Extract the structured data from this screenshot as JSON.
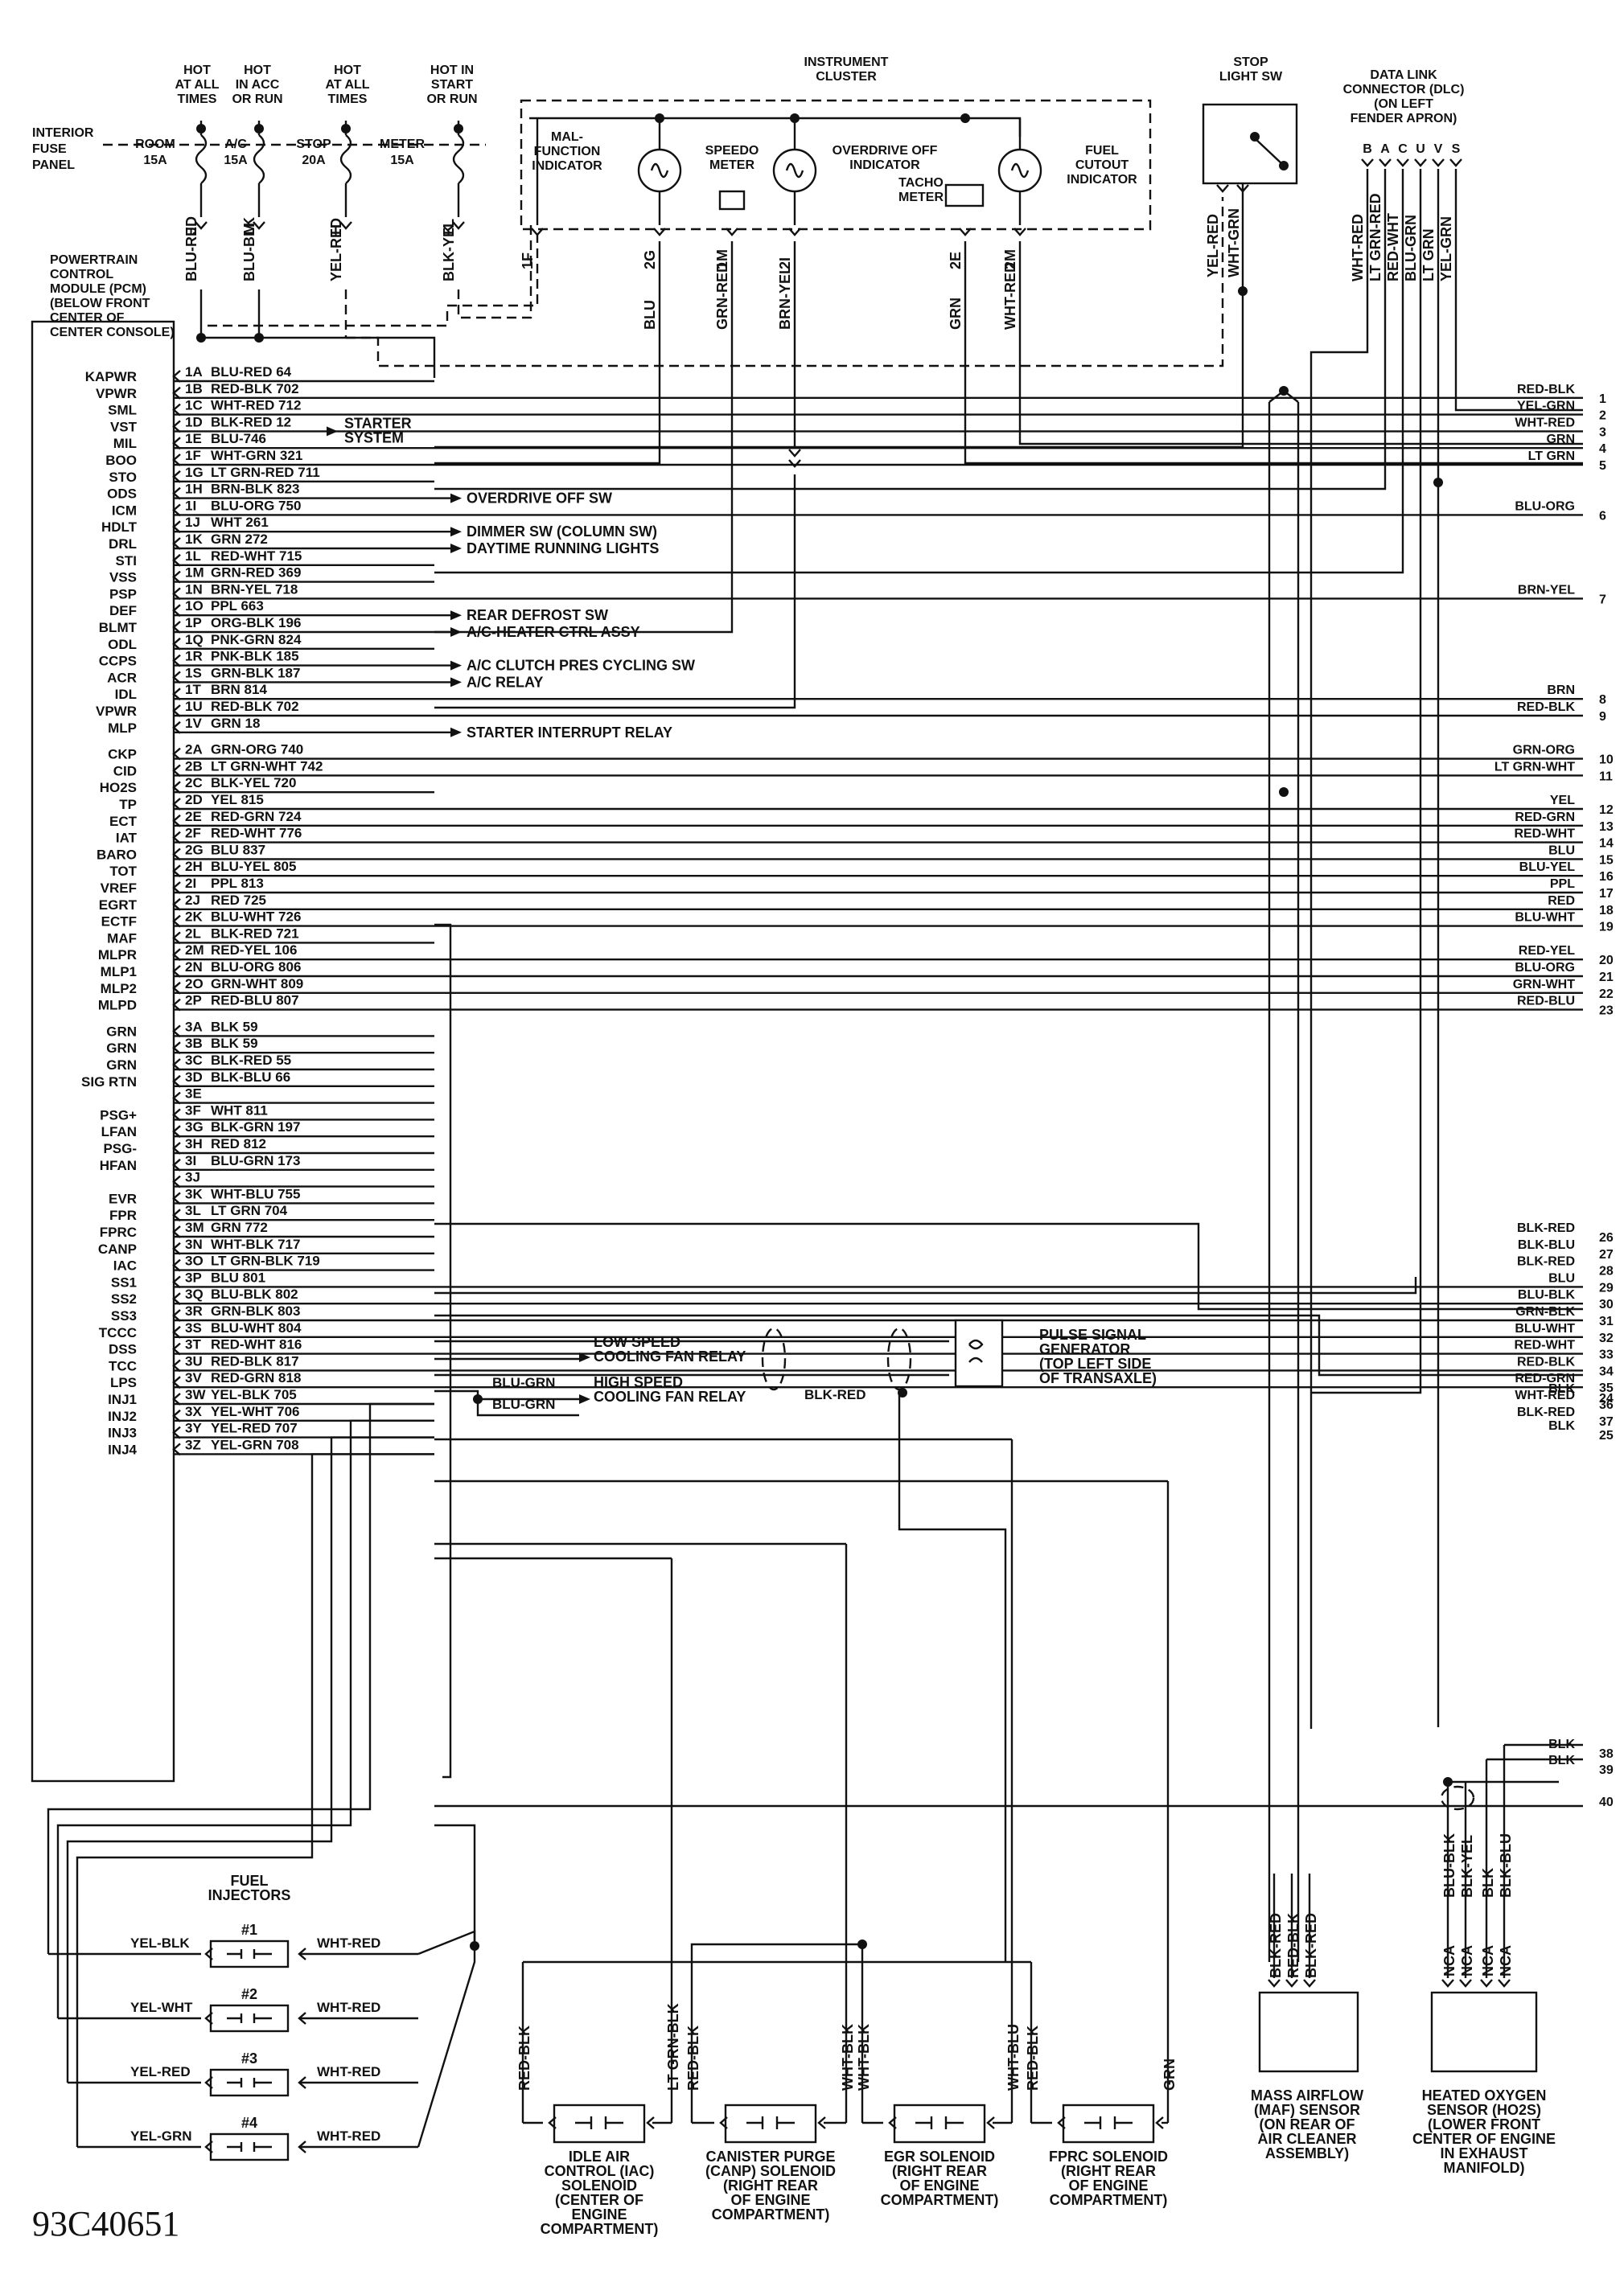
{
  "figure_id": "93C40651",
  "fuse_panel": {
    "title": [
      "INTERIOR",
      "FUSE",
      "PANEL"
    ],
    "headers": [
      [
        "HOT",
        "AT ALL",
        "TIMES"
      ],
      [
        "HOT",
        "IN ACC",
        "OR RUN"
      ],
      [
        "HOT",
        "AT ALL",
        "TIMES"
      ],
      [
        "HOT IN",
        "START",
        "OR RUN"
      ]
    ],
    "fuses": [
      [
        "ROOM",
        "15A"
      ],
      [
        "A/C",
        "15A"
      ],
      [
        "STOP",
        "20A"
      ],
      [
        "METER",
        "15A"
      ]
    ],
    "wires": [
      [
        "BLU-RED",
        "J"
      ],
      [
        "BLU-BLK",
        "M"
      ],
      [
        "YEL-RED",
        "H"
      ],
      [
        "BLK-YEL",
        "K"
      ]
    ]
  },
  "pcm": {
    "title": [
      "POWERTRAIN",
      "CONTROL",
      "MODULE (PCM)",
      "(BELOW FRONT",
      "CENTER OF",
      "CENTER CONSOLE)"
    ]
  },
  "cluster": {
    "title": [
      "INSTRUMENT",
      "CLUSTER"
    ],
    "components": {
      "mil": [
        "MAL-",
        "FUNCTION",
        "INDICATOR"
      ],
      "speedo": [
        "SPEEDO",
        "METER"
      ],
      "odoff": [
        "OVERDRIVE OFF",
        "INDICATOR"
      ],
      "tacho": [
        "TACHO",
        "METER"
      ],
      "fuel": [
        "FUEL",
        "CUTOUT",
        "INDICATOR"
      ]
    },
    "pins": [
      "1F",
      "2G",
      "1M",
      "2I",
      "2E",
      "2M"
    ],
    "wires": [
      "BLU",
      "GRN-RED",
      "BRN-YEL",
      "GRN",
      "WHT-RED"
    ]
  },
  "stop_light": {
    "title": [
      "STOP",
      "LIGHT SW"
    ],
    "wires": [
      "YEL-RED",
      "WHT-GRN"
    ]
  },
  "dlc": {
    "title": [
      "DATA LINK",
      "CONNECTOR (DLC)",
      "(ON LEFT",
      "FENDER APRON)"
    ],
    "pins": [
      "B",
      "A",
      "C",
      "U",
      "V",
      "S"
    ],
    "wires": [
      "WHT-RED",
      "LT GRN-RED",
      "RED-WHT",
      "BLU-GRN",
      "LT GRN",
      "YEL-GRN"
    ]
  },
  "terminals": [
    {
      "name": "KAPWR",
      "pin": "1A",
      "wire": "BLU-RED 64"
    },
    {
      "name": "VPWR",
      "pin": "1B",
      "wire": "RED-BLK 702"
    },
    {
      "name": "SML",
      "pin": "1C",
      "wire": "WHT-RED 712"
    },
    {
      "name": "VST",
      "pin": "1D",
      "wire": "BLK-RED 12"
    },
    {
      "name": "MIL",
      "pin": "1E",
      "wire": "BLU-746"
    },
    {
      "name": "BOO",
      "pin": "1F",
      "wire": "WHT-GRN 321"
    },
    {
      "name": "STO",
      "pin": "1G",
      "wire": "LT GRN-RED 711"
    },
    {
      "name": "ODS",
      "pin": "1H",
      "wire": "BRN-BLK 823"
    },
    {
      "name": "ICM",
      "pin": "1I",
      "wire": "BLU-ORG 750"
    },
    {
      "name": "HDLT",
      "pin": "1J",
      "wire": "WHT 261"
    },
    {
      "name": "DRL",
      "pin": "1K",
      "wire": "GRN 272"
    },
    {
      "name": "STI",
      "pin": "1L",
      "wire": "RED-WHT 715"
    },
    {
      "name": "VSS",
      "pin": "1M",
      "wire": "GRN-RED 369"
    },
    {
      "name": "PSP",
      "pin": "1N",
      "wire": "BRN-YEL 718"
    },
    {
      "name": "DEF",
      "pin": "1O",
      "wire": "PPL 663"
    },
    {
      "name": "BLMT",
      "pin": "1P",
      "wire": "ORG-BLK 196"
    },
    {
      "name": "ODL",
      "pin": "1Q",
      "wire": "PNK-GRN 824"
    },
    {
      "name": "CCPS",
      "pin": "1R",
      "wire": "PNK-BLK 185"
    },
    {
      "name": "ACR",
      "pin": "1S",
      "wire": "GRN-BLK 187"
    },
    {
      "name": "IDL",
      "pin": "1T",
      "wire": "BRN 814"
    },
    {
      "name": "VPWR",
      "pin": "1U",
      "wire": "RED-BLK 702"
    },
    {
      "name": "MLP",
      "pin": "1V",
      "wire": "GRN 18"
    },
    {
      "name": "CKP",
      "pin": "2A",
      "wire": "GRN-ORG 740"
    },
    {
      "name": "CID",
      "pin": "2B",
      "wire": "LT GRN-WHT 742"
    },
    {
      "name": "HO2S",
      "pin": "2C",
      "wire": "BLK-YEL 720"
    },
    {
      "name": "TP",
      "pin": "2D",
      "wire": "YEL 815"
    },
    {
      "name": "ECT",
      "pin": "2E",
      "wire": "RED-GRN 724"
    },
    {
      "name": "IAT",
      "pin": "2F",
      "wire": "RED-WHT 776"
    },
    {
      "name": "BARO",
      "pin": "2G",
      "wire": "BLU 837"
    },
    {
      "name": "TOT",
      "pin": "2H",
      "wire": "BLU-YEL 805"
    },
    {
      "name": "VREF",
      "pin": "2I",
      "wire": "PPL 813"
    },
    {
      "name": "EGRT",
      "pin": "2J",
      "wire": "RED 725"
    },
    {
      "name": "ECTF",
      "pin": "2K",
      "wire": "BLU-WHT 726"
    },
    {
      "name": "MAF",
      "pin": "2L",
      "wire": "BLK-RED 721"
    },
    {
      "name": "MLPR",
      "pin": "2M",
      "wire": "RED-YEL 106"
    },
    {
      "name": "MLP1",
      "pin": "2N",
      "wire": "BLU-ORG 806"
    },
    {
      "name": "MLP2",
      "pin": "2O",
      "wire": "GRN-WHT 809"
    },
    {
      "name": "MLPD",
      "pin": "2P",
      "wire": "RED-BLU 807"
    },
    {
      "name": "GRN",
      "pin": "3A",
      "wire": "BLK 59"
    },
    {
      "name": "GRN",
      "pin": "3B",
      "wire": "BLK 59"
    },
    {
      "name": "GRN",
      "pin": "3C",
      "wire": "BLK-RED 55"
    },
    {
      "name": "SIG RTN",
      "pin": "3D",
      "wire": "BLK-BLU 66"
    },
    {
      "name": "",
      "pin": "3E",
      "wire": ""
    },
    {
      "name": "PSG+",
      "pin": "3F",
      "wire": "WHT 811"
    },
    {
      "name": "LFAN",
      "pin": "3G",
      "wire": "BLK-GRN 197"
    },
    {
      "name": "PSG-",
      "pin": "3H",
      "wire": "RED 812"
    },
    {
      "name": "HFAN",
      "pin": "3I",
      "wire": "BLU-GRN 173"
    },
    {
      "name": "",
      "pin": "3J",
      "wire": ""
    },
    {
      "name": "EVR",
      "pin": "3K",
      "wire": "WHT-BLU 755"
    },
    {
      "name": "FPR",
      "pin": "3L",
      "wire": "LT GRN 704"
    },
    {
      "name": "FPRC",
      "pin": "3M",
      "wire": "GRN 772"
    },
    {
      "name": "CANP",
      "pin": "3N",
      "wire": "WHT-BLK 717"
    },
    {
      "name": "IAC",
      "pin": "3O",
      "wire": "LT GRN-BLK 719"
    },
    {
      "name": "SS1",
      "pin": "3P",
      "wire": "BLU 801"
    },
    {
      "name": "SS2",
      "pin": "3Q",
      "wire": "BLU-BLK 802"
    },
    {
      "name": "SS3",
      "pin": "3R",
      "wire": "GRN-BLK 803"
    },
    {
      "name": "TCCC",
      "pin": "3S",
      "wire": "BLU-WHT 804"
    },
    {
      "name": "DSS",
      "pin": "3T",
      "wire": "RED-WHT 816"
    },
    {
      "name": "TCC",
      "pin": "3U",
      "wire": "RED-BLK 817"
    },
    {
      "name": "LPS",
      "pin": "3V",
      "wire": "RED-GRN 818"
    },
    {
      "name": "INJ1",
      "pin": "3W",
      "wire": "YEL-BLK 705"
    },
    {
      "name": "INJ2",
      "pin": "3X",
      "wire": "YEL-WHT 706"
    },
    {
      "name": "INJ3",
      "pin": "3Y",
      "wire": "YEL-RED 707"
    },
    {
      "name": "INJ4",
      "pin": "3Z",
      "wire": "YEL-GRN 708"
    }
  ],
  "pcm_outputs": [
    {
      "pin": "1D",
      "label": [
        "STARTER",
        "SYSTEM"
      ]
    },
    {
      "pin": "1H",
      "label": [
        "OVERDRIVE OFF SW"
      ]
    },
    {
      "pin": "1J",
      "label": [
        "DIMMER SW (COLUMN SW)"
      ]
    },
    {
      "pin": "1K",
      "label": [
        "DAYTIME RUNNING LIGHTS"
      ]
    },
    {
      "pin": "1O",
      "label": [
        "REAR DEFROST SW"
      ]
    },
    {
      "pin": "1P",
      "label": [
        "A/C-HEATER CTRL ASSY"
      ]
    },
    {
      "pin": "1R",
      "label": [
        "A/C CLUTCH PRES CYCLING SW"
      ]
    },
    {
      "pin": "1S",
      "label": [
        "A/C RELAY"
      ]
    },
    {
      "pin": "1V",
      "label": [
        "STARTER INTERRUPT RELAY"
      ]
    }
  ],
  "right_edge": [
    {
      "num": "1",
      "wire": "RED-BLK"
    },
    {
      "num": "2",
      "wire": "YEL-GRN"
    },
    {
      "num": "3",
      "wire": "WHT-RED"
    },
    {
      "num": "4",
      "wire": "GRN"
    },
    {
      "num": "5",
      "wire": "LT GRN"
    },
    {
      "num": "6",
      "wire": "BLU-ORG"
    },
    {
      "num": "7",
      "wire": "BRN-YEL"
    },
    {
      "num": "8",
      "wire": "BRN"
    },
    {
      "num": "9",
      "wire": "RED-BLK"
    },
    {
      "num": "10",
      "wire": "GRN-ORG"
    },
    {
      "num": "11",
      "wire": "LT GRN-WHT"
    },
    {
      "num": "12",
      "wire": "YEL"
    },
    {
      "num": "13",
      "wire": "RED-GRN"
    },
    {
      "num": "14",
      "wire": "RED-WHT"
    },
    {
      "num": "15",
      "wire": "BLU"
    },
    {
      "num": "16",
      "wire": "BLU-YEL"
    },
    {
      "num": "17",
      "wire": "PPL"
    },
    {
      "num": "18",
      "wire": "RED"
    },
    {
      "num": "19",
      "wire": "BLU-WHT"
    },
    {
      "num": "20",
      "wire": "RED-YEL"
    },
    {
      "num": "21",
      "wire": "BLU-ORG"
    },
    {
      "num": "22",
      "wire": "GRN-WHT"
    },
    {
      "num": "23",
      "wire": "RED-BLU"
    },
    {
      "num": "24",
      "wire": "BLK"
    },
    {
      "num": "25",
      "wire": "BLK"
    },
    {
      "num": "26",
      "wire": "BLK-RED"
    },
    {
      "num": "27",
      "wire": "BLK-BLU"
    },
    {
      "num": "28",
      "wire": "BLK-RED"
    },
    {
      "num": "29",
      "wire": "BLU"
    },
    {
      "num": "30",
      "wire": "BLU-BLK"
    },
    {
      "num": "31",
      "wire": "GRN-BLK"
    },
    {
      "num": "32",
      "wire": "BLU-WHT"
    },
    {
      "num": "33",
      "wire": "RED-WHT"
    },
    {
      "num": "34",
      "wire": "RED-BLK"
    },
    {
      "num": "35",
      "wire": "RED-GRN"
    },
    {
      "num": "36",
      "wire": "WHT-RED"
    },
    {
      "num": "37",
      "wire": "BLK-RED"
    },
    {
      "num": "38",
      "wire": "BLK"
    },
    {
      "num": "39",
      "wire": "BLK"
    },
    {
      "num": "40",
      "wire": ""
    }
  ],
  "fan": {
    "low": [
      "LOW SPEED",
      "COOLING FAN RELAY"
    ],
    "high": [
      "HIGH SPEED",
      "COOLING FAN RELAY"
    ],
    "wires": [
      "BLU-GRN",
      "BLU-GRN",
      "BLK-RED"
    ],
    "psg": [
      "PULSE SIGNAL",
      "GENERATOR",
      "(TOP LEFT SIDE",
      "OF TRANSAXLE)"
    ]
  },
  "injectors": {
    "title": [
      "FUEL",
      "INJECTORS"
    ],
    "items": [
      {
        "num": "#1",
        "left": "YEL-BLK",
        "right": "WHT-RED"
      },
      {
        "num": "#2",
        "left": "YEL-WHT",
        "right": "WHT-RED"
      },
      {
        "num": "#3",
        "left": "YEL-RED",
        "right": "WHT-RED"
      },
      {
        "num": "#4",
        "left": "YEL-GRN",
        "right": "WHT-RED"
      }
    ]
  },
  "solenoids": [
    {
      "title": [
        "IDLE AIR",
        "CONTROL (IAC)",
        "SOLENOID",
        "(CENTER OF",
        "ENGINE",
        "COMPARTMENT)"
      ],
      "left": "RED-BLK",
      "right": "LT GRN-BLK"
    },
    {
      "title": [
        "CANISTER PURGE",
        "(CANP) SOLENOID",
        "(RIGHT REAR",
        "OF ENGINE",
        "COMPARTMENT)"
      ],
      "left": "RED-BLK",
      "right": "WHT-BLK"
    },
    {
      "title": [
        "EGR SOLENOID",
        "(RIGHT REAR",
        "OF ENGINE",
        "COMPARTMENT)"
      ],
      "left": "WHT-BLK",
      "right": "WHT-BLU"
    },
    {
      "title": [
        "FPRC SOLENOID",
        "(RIGHT REAR",
        "OF ENGINE",
        "COMPARTMENT)"
      ],
      "left": "RED-BLK",
      "right": "GRN"
    }
  ],
  "maf": {
    "title": [
      "MASS AIRFLOW",
      "(MAF) SENSOR",
      "(ON REAR OF",
      "AIR CLEANER",
      "ASSEMBLY)"
    ],
    "wires": [
      "BLK-RED",
      "RED-BLK",
      "BLK-RED"
    ]
  },
  "ho2s": {
    "title": [
      "HEATED OXYGEN",
      "SENSOR (HO2S)",
      "(LOWER FRONT",
      "CENTER OF ENGINE",
      "IN EXHAUST",
      "MANIFOLD)"
    ],
    "wires": [
      "BLU-BLK",
      "BLK-YEL",
      "BLK",
      "BLK-BLU"
    ],
    "nca": "NCA"
  }
}
